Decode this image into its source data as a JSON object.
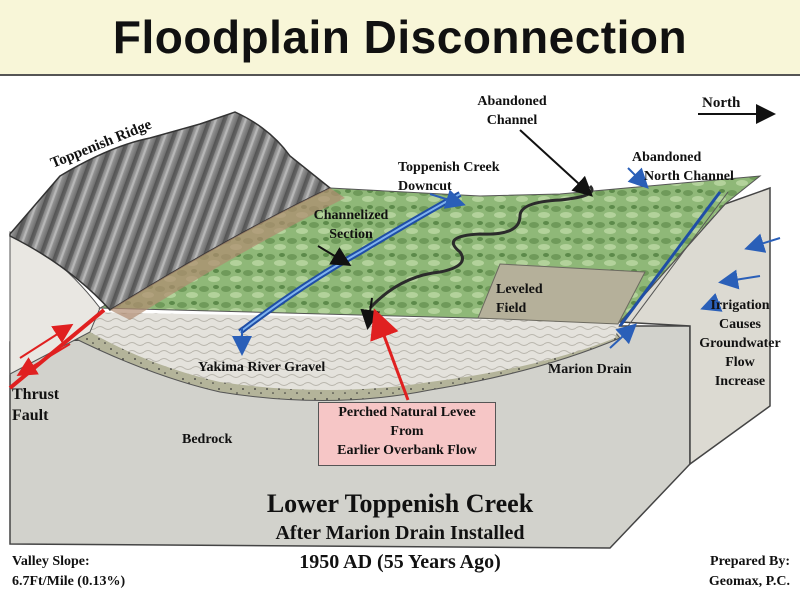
{
  "title": "Floodplain Disconnection",
  "compass": {
    "label": "North"
  },
  "labels": {
    "toppenish_ridge": "Toppenish Ridge",
    "abandoned_channel": [
      "Abandoned",
      "Channel"
    ],
    "toppenish_creek_downcut": [
      "Toppenish Creek",
      "Downcut"
    ],
    "abandoned_north_channel": [
      "Abandoned",
      "North Channel"
    ],
    "channelized_section": [
      "Channelized",
      "Section"
    ],
    "leveled_field": [
      "Leveled",
      "Field"
    ],
    "irrigation": [
      "Irrigation",
      "Causes",
      "Groundwater",
      "Flow",
      "Increase"
    ],
    "yakima_river_gravel": "Yakima River Gravel",
    "marion_drain": "Marion Drain",
    "thrust_fault": [
      "Thrust",
      "Fault"
    ],
    "bedrock": "Bedrock",
    "perched_levee": [
      "Perched Natural Levee",
      "From",
      "Earlier Overbank Flow"
    ]
  },
  "caption": {
    "line1": "Lower Toppenish Creek",
    "line2": "After Marion Drain Installed",
    "line3": "1950 AD (55 Years Ago)"
  },
  "valley_slope": [
    "Valley Slope:",
    "6.7Ft/Mile (0.13%)"
  ],
  "prepared_by": [
    "Prepared By:",
    "Geomax, P.C."
  ],
  "colors": {
    "title_bg": "#f8f6d8",
    "ridge": "#8a8a8a",
    "floodplain": "#8fb878",
    "gravel": "#b4b49a",
    "bedrock": "#d2d2cc",
    "water": "#2a5fb8",
    "fault": "#e02020",
    "levee_box": "#f6c6c6"
  }
}
